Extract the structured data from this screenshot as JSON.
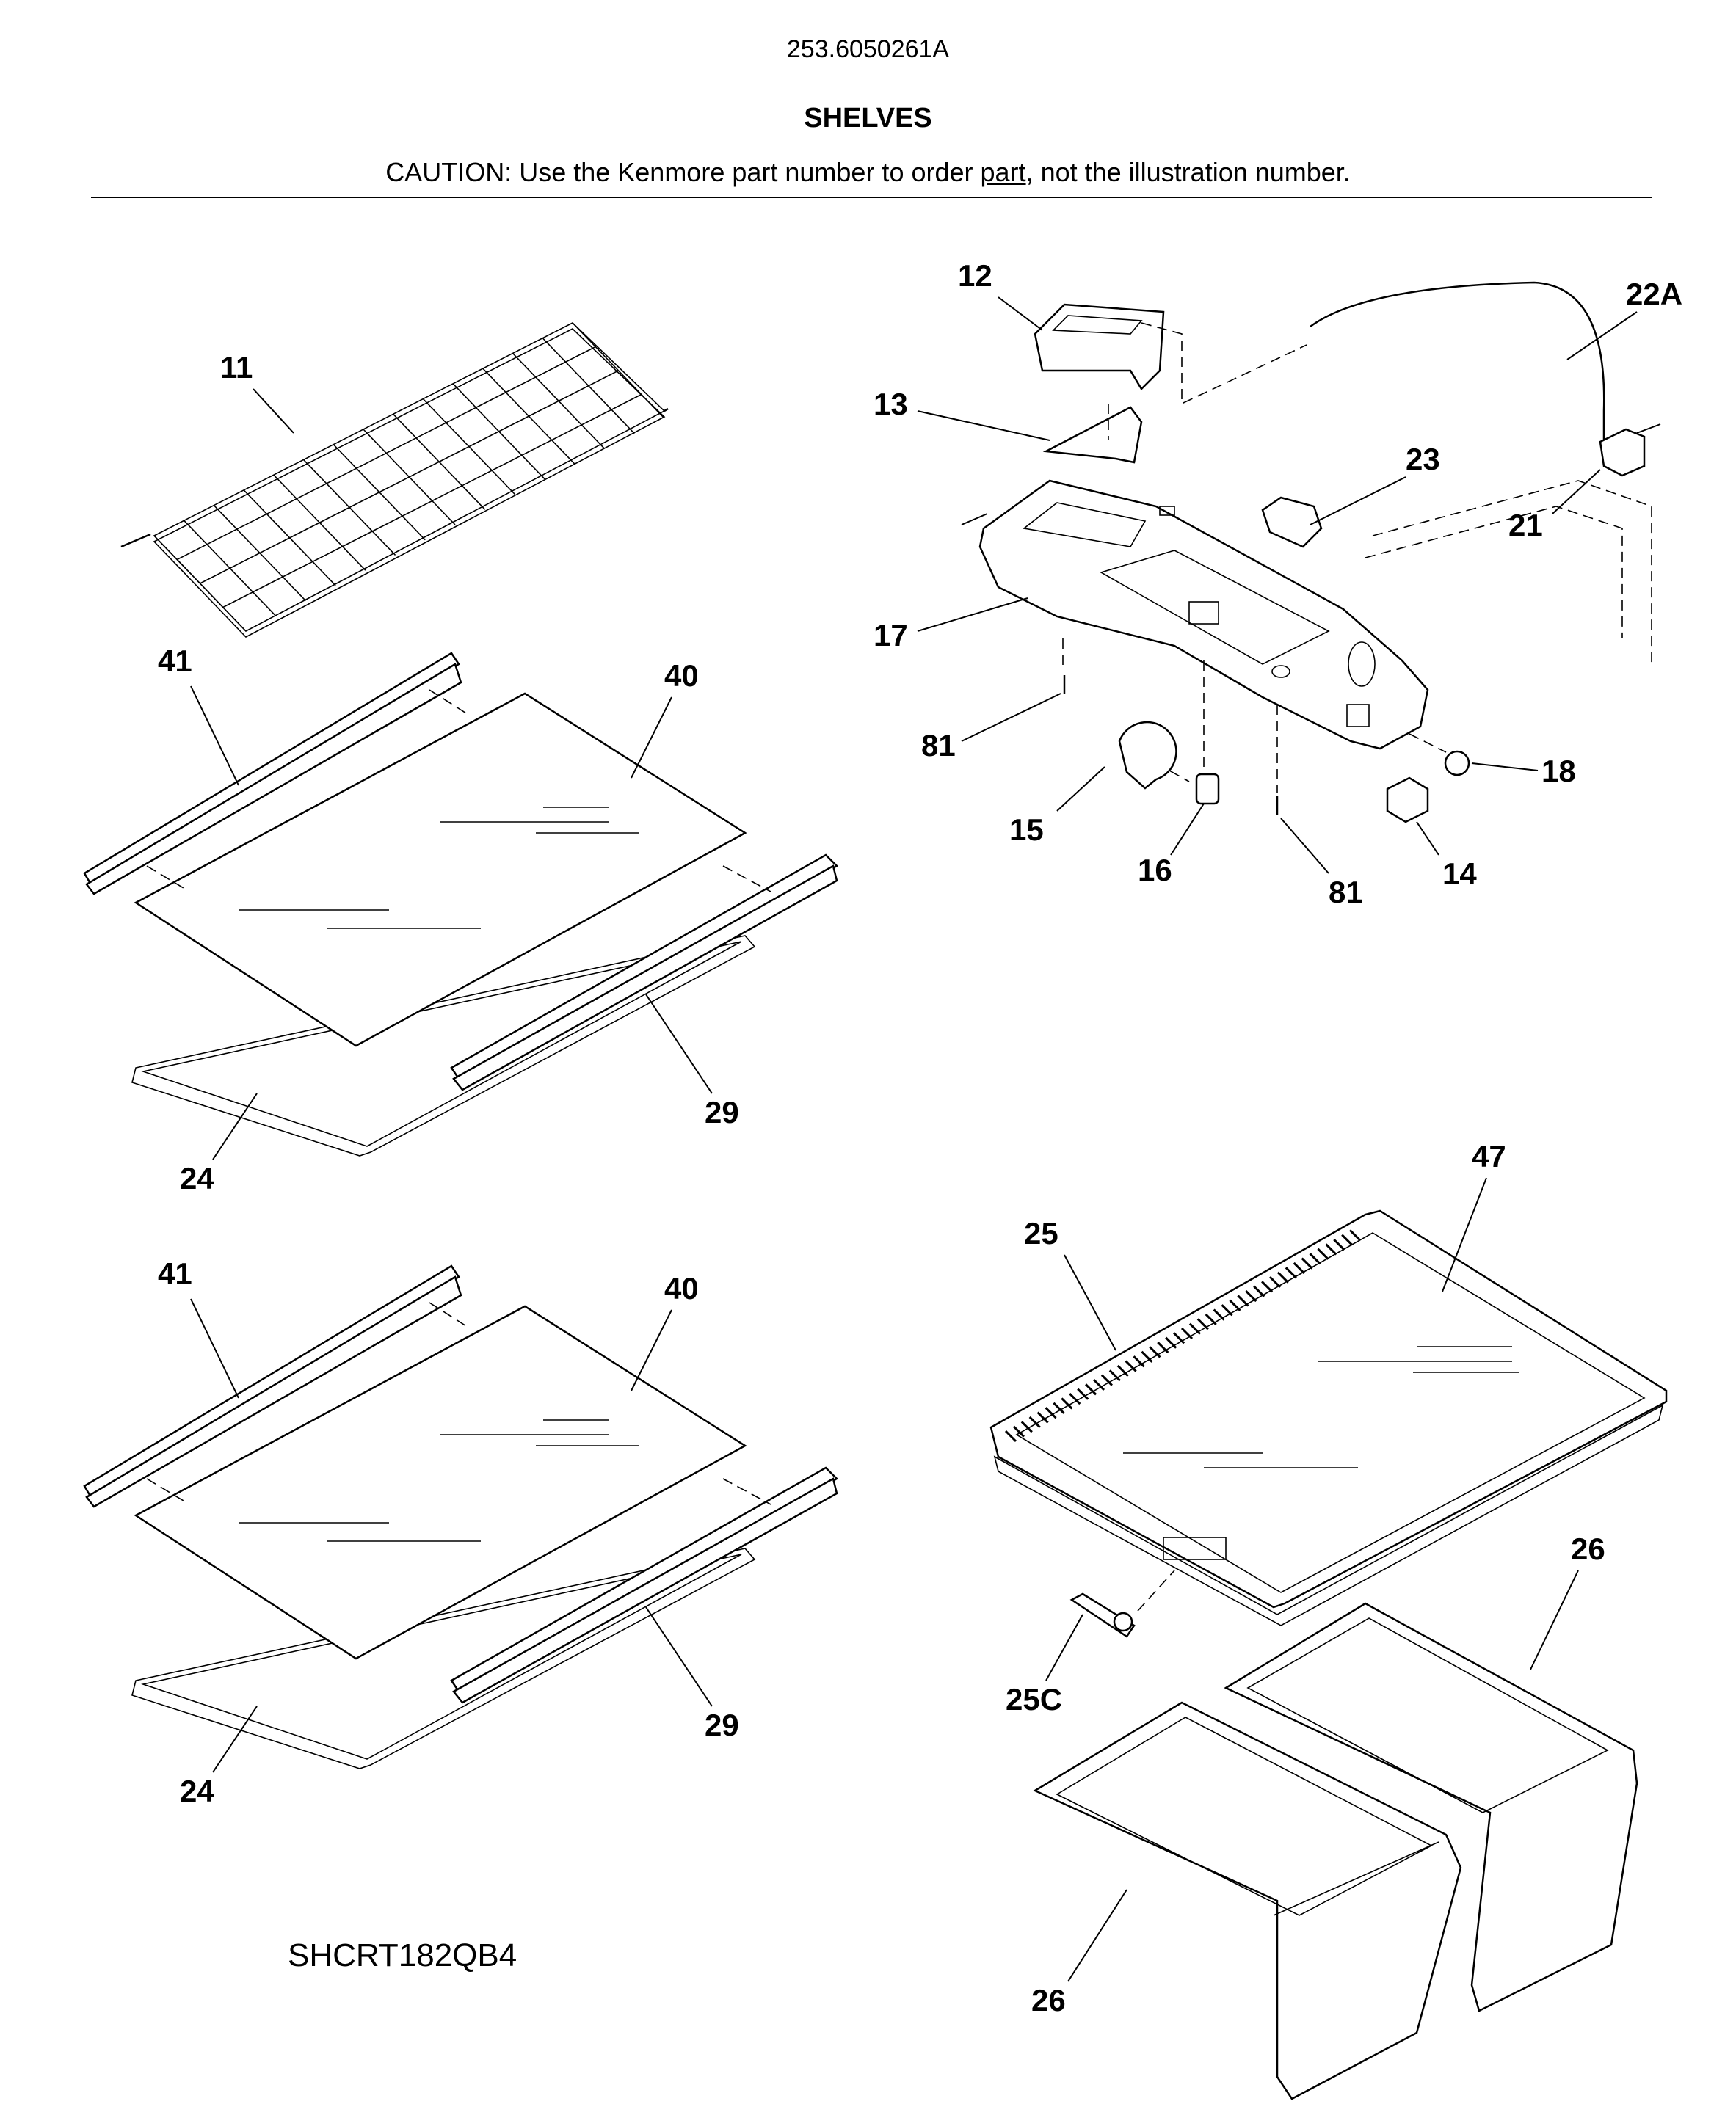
{
  "header": {
    "document_number": "253.6050261A",
    "title": "SHELVES",
    "caution_prefix": "CAUTION: Use the Kenmore part number to order ",
    "caution_link": "part",
    "caution_suffix": ", not the illustration number."
  },
  "model": "SHCRT182QB4",
  "callouts": {
    "c11": "11",
    "c12": "12",
    "c13": "13",
    "c14": "14",
    "c15": "15",
    "c16": "16",
    "c17": "17",
    "c18": "18",
    "c21": "21",
    "c22a": "22A",
    "c23": "23",
    "c81a": "81",
    "c81b": "81",
    "c41a": "41",
    "c40a": "40",
    "c29a": "29",
    "c24a": "24",
    "c41b": "41",
    "c40b": "40",
    "c29b": "29",
    "c24b": "24",
    "c47": "47",
    "c25": "25",
    "c25c": "25C",
    "c26a": "26",
    "c26b": "26"
  }
}
